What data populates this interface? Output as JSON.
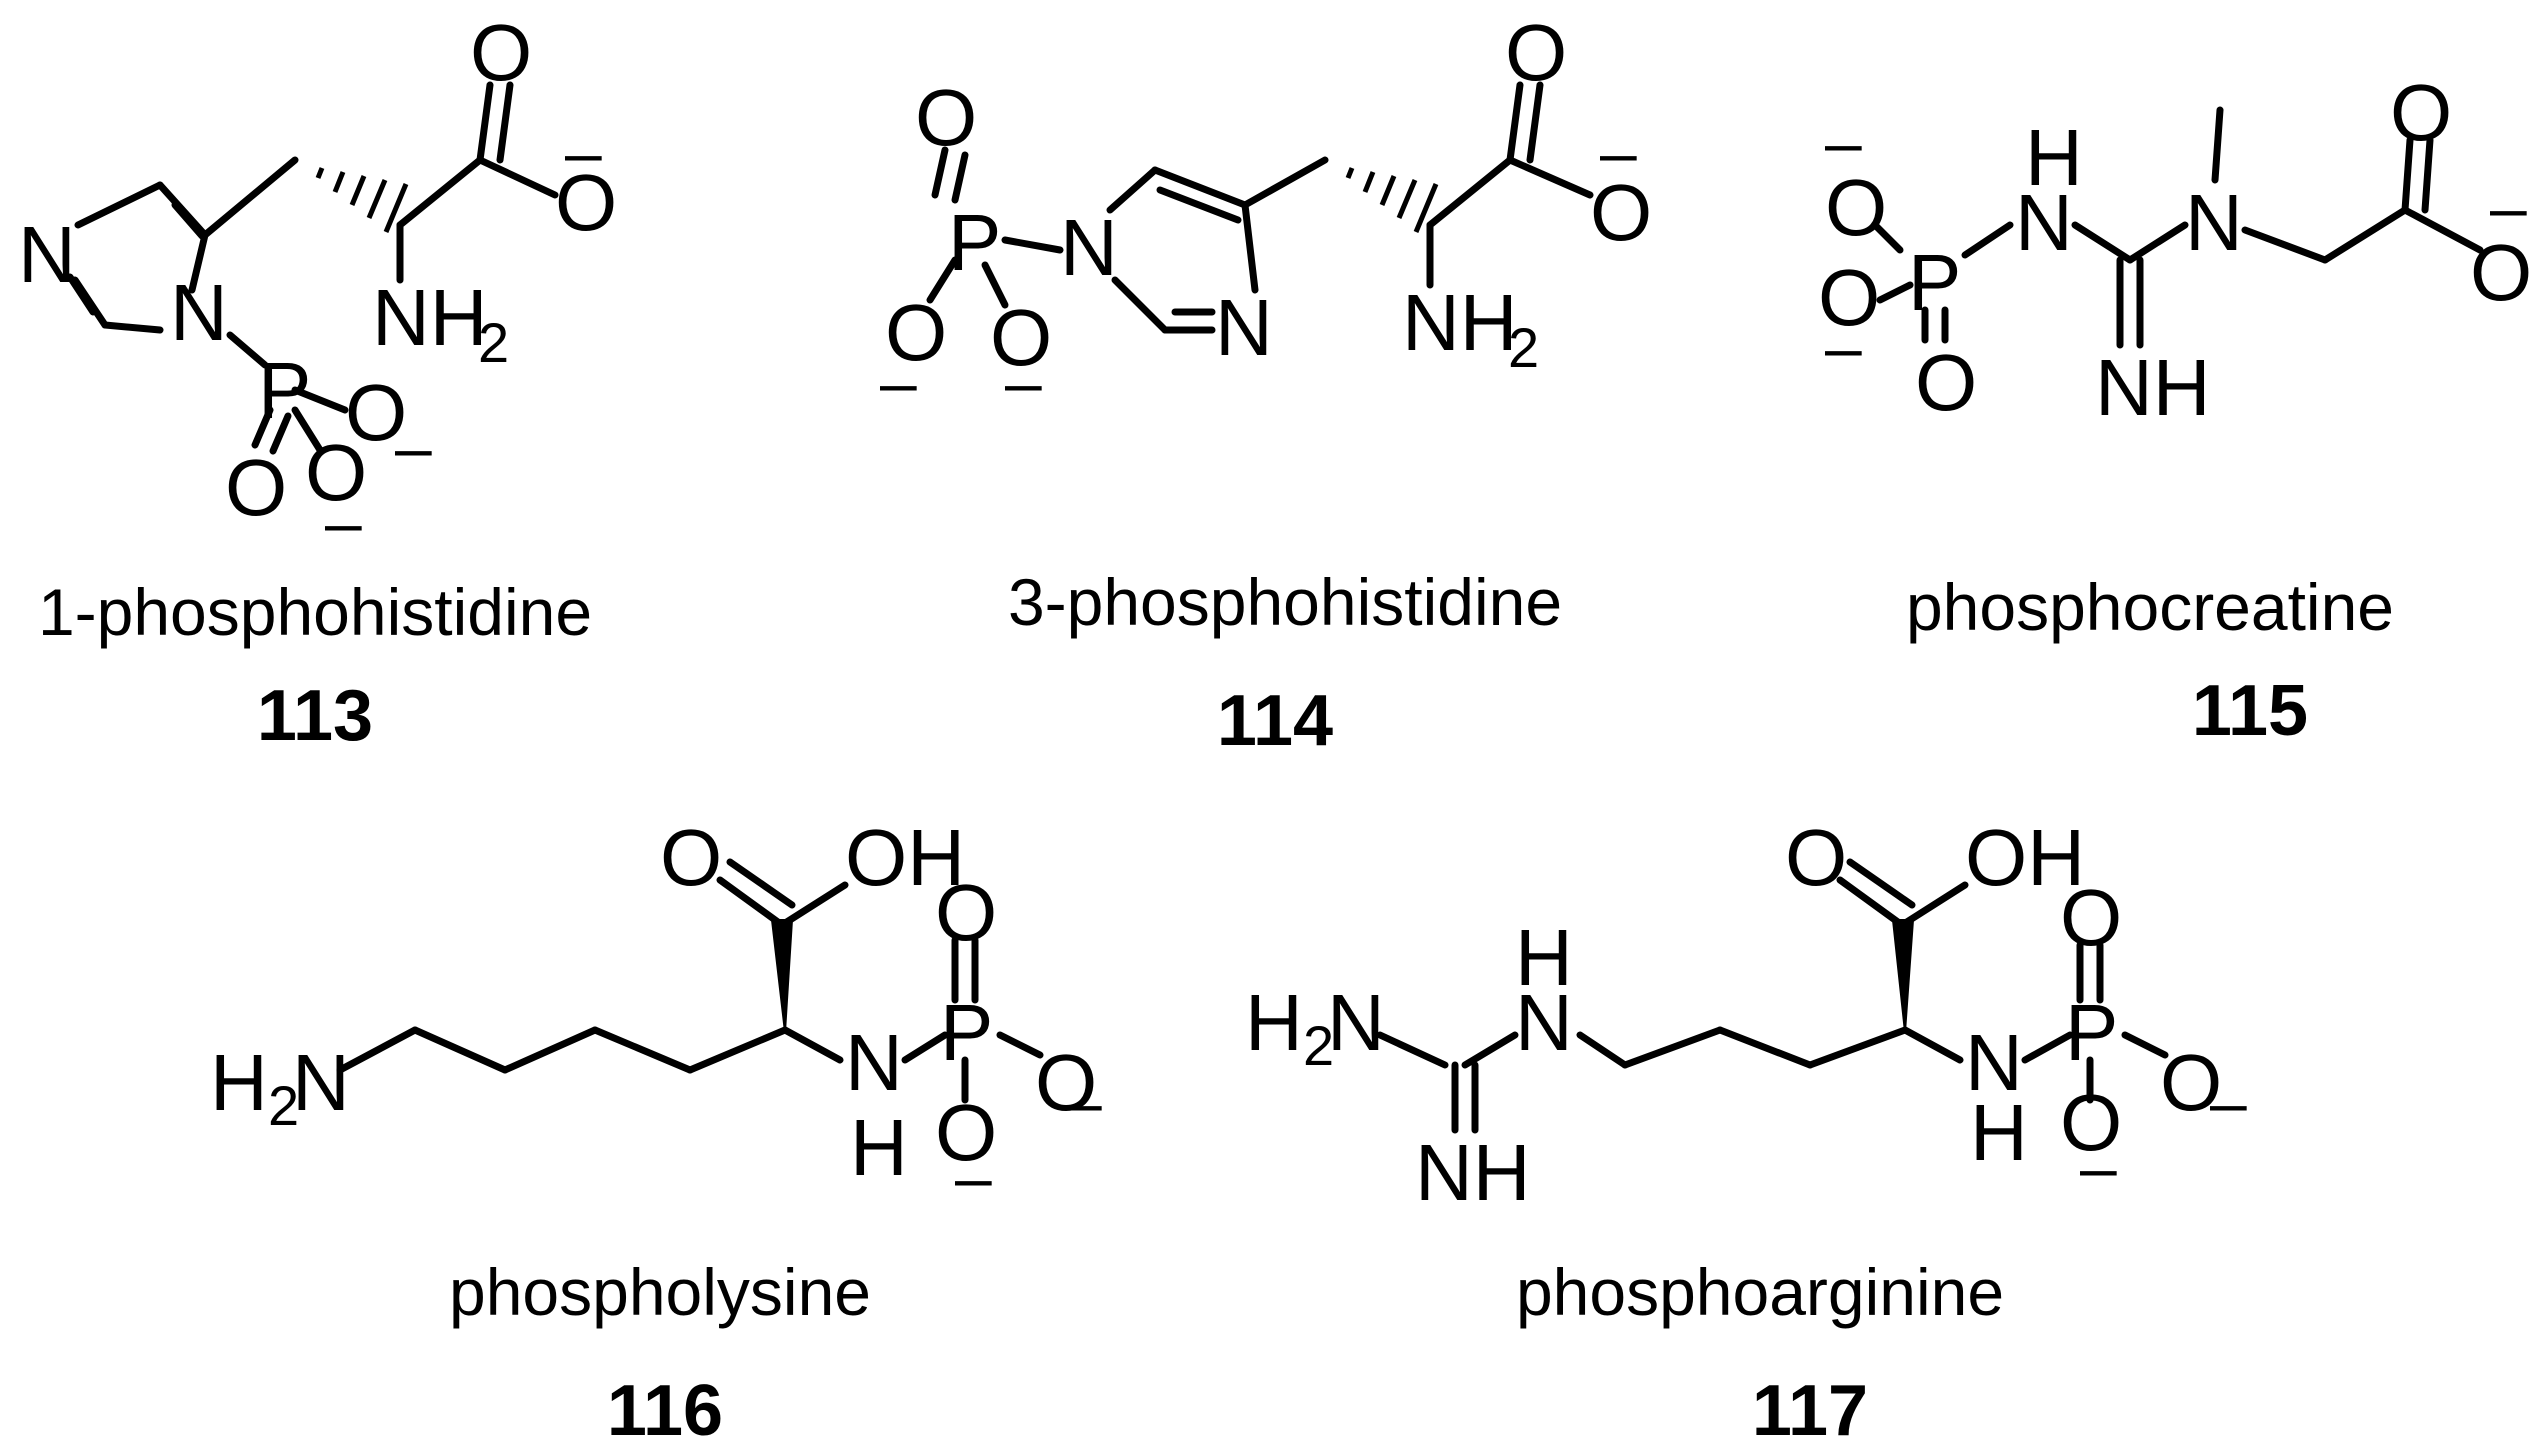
{
  "atoms": {
    "O": "O",
    "N": "N",
    "P": "P",
    "NH": "NH",
    "H": "H",
    "OH": "OH",
    "N_of_NH2": "NH",
    "sub2": "2",
    "H_of_H2N": "H",
    "N_of_H2N": "N",
    "minus": "–"
  },
  "compounds": [
    {
      "name": "1-phosphohistidine",
      "number": "113"
    },
    {
      "name": "3-phosphohistidine",
      "number": "114"
    },
    {
      "name": "phosphocreatine",
      "number": "115"
    },
    {
      "name": "phospholysine",
      "number": "116"
    },
    {
      "name": "phosphoarginine",
      "number": "117"
    }
  ]
}
